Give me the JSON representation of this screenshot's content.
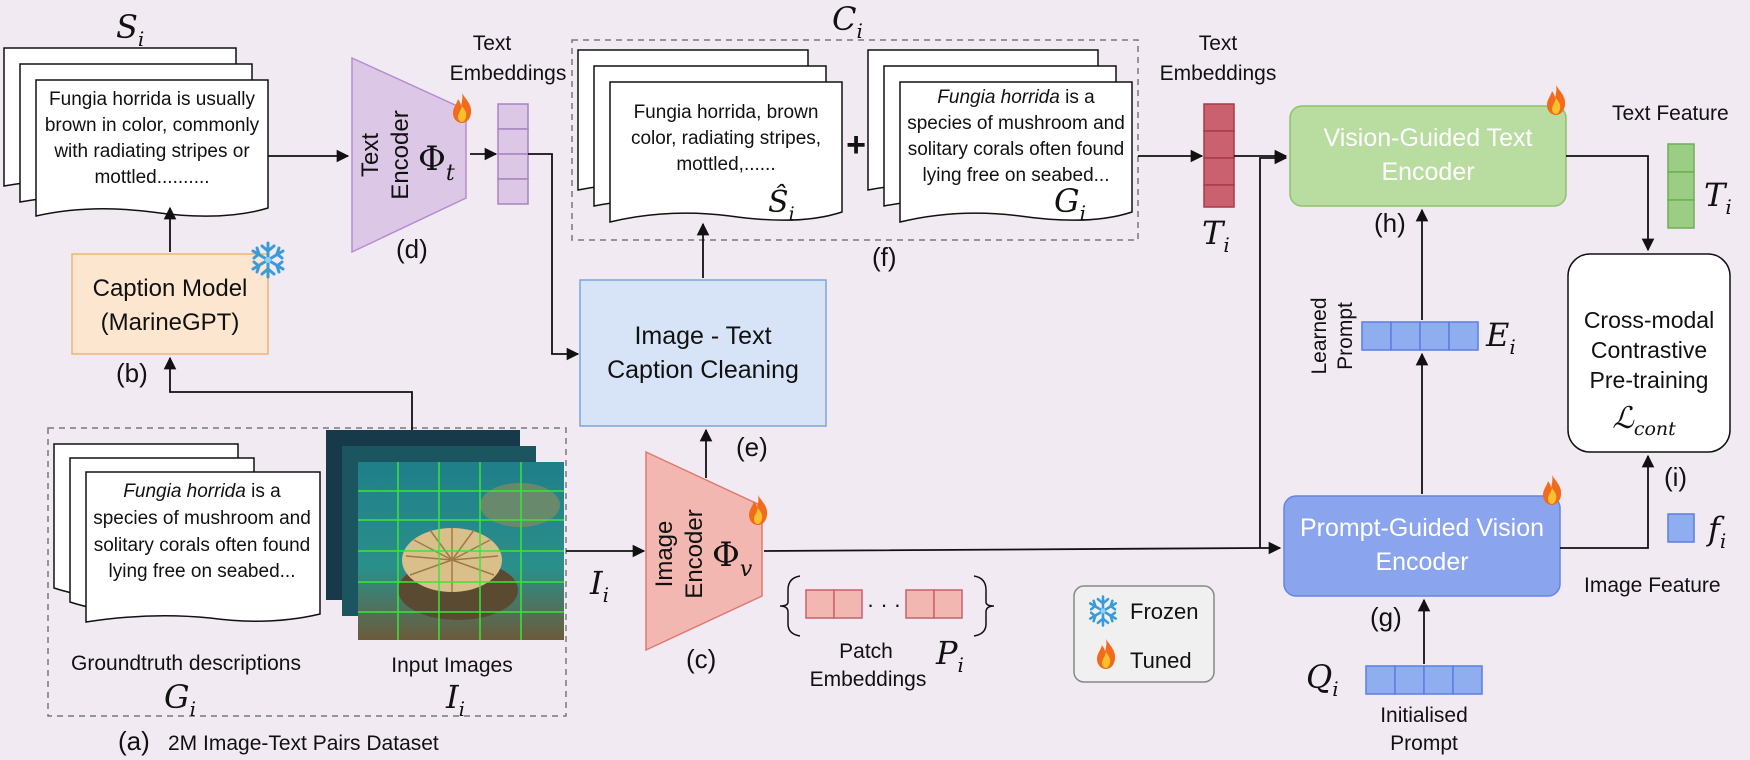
{
  "sets": {
    "S": "S",
    "S_sub": "i",
    "C": "C",
    "C_sub": "i"
  },
  "captions": {
    "s_caption": [
      "Fungia horrida is usually",
      "brown in color, commonly",
      "with radiating stripes or",
      "mottled.........."
    ],
    "cleaned_caption": [
      "Fungia horrida, brown",
      "color, radiating stripes,",
      "mottled,......"
    ],
    "gt_caption_species": "Fungia horrida",
    "gt_caption_rest": " is a",
    "gt_caption_lines": [
      "species of mushroom and",
      "solitary corals often found",
      "lying free on seabed..."
    ]
  },
  "modules": {
    "caption_model": [
      "Caption Model",
      "(MarineGPT)"
    ],
    "text_encoder": [
      "Text",
      "Encoder"
    ],
    "image_encoder": [
      "Image",
      "Encoder"
    ],
    "caption_cleaning": [
      "Image - Text",
      "Caption Cleaning"
    ],
    "vision_text_encoder": [
      "Vision-Guided Text",
      "Encoder"
    ],
    "prompt_vision_encoder": [
      "Prompt-Guided Vision",
      "Encoder"
    ],
    "contrastive": [
      "Cross-modal",
      "Contrastive",
      "Pre-training"
    ]
  },
  "labels": {
    "a": "(a)",
    "a_text": "2M Image-Text Pairs Dataset",
    "b": "(b)",
    "c": "(c)",
    "d": "(d)",
    "e": "(e)",
    "f": "(f)",
    "g": "(g)",
    "h": "(h)",
    "i": "(i)",
    "text_embeddings": [
      "Text",
      "Embeddings"
    ],
    "text_embeddings_2": [
      "Text",
      "Embeddings"
    ],
    "patch_embeddings": [
      "Patch",
      "Embeddings"
    ],
    "groundtruth": "Groundtruth descriptions",
    "input_images": "Input Images",
    "learned_prompt": [
      "Learned",
      "Prompt"
    ],
    "initialised_prompt": [
      "Initialised",
      "Prompt"
    ],
    "text_feature": "Text Feature",
    "image_feature": "Image Feature",
    "frozen": "Frozen",
    "tuned": "Tuned",
    "plus": "+",
    "dots": "· · ·"
  },
  "symbols": {
    "phi_t": "Φ",
    "phi_t_sub": "t",
    "phi_v": "Φ",
    "phi_v_sub": "v",
    "G": "G",
    "G_sub": "i",
    "G2": "G",
    "G2_sub": "i",
    "I": "I",
    "I_sub": "i",
    "I2": "I",
    "I2_sub": "i",
    "T": "T",
    "T_sub": "i",
    "T2": "T",
    "T2_sub": "i",
    "S_hat": "Ŝ",
    "S_hat_sub": "i",
    "P": "P",
    "P_sub": "i",
    "E": "E",
    "E_sub": "i",
    "Q": "Q",
    "Q_sub": "i",
    "f": "f",
    "f_sub": "i",
    "L": "ℒ",
    "L_sub": "cont"
  },
  "colors": {
    "background": "#f1eaf3",
    "text_encoder": "#dcc8e6",
    "image_encoder": "#f3b7b1",
    "caption_model": "#fde6cf",
    "cleaning": "#d7e4f7",
    "vision_text": "#b9dca0",
    "prompt_vision": "#8aa4ee",
    "embed_red": "#c9616f",
    "prompt_blue": "#8eaef0",
    "feature_green": "#9ccd84"
  }
}
